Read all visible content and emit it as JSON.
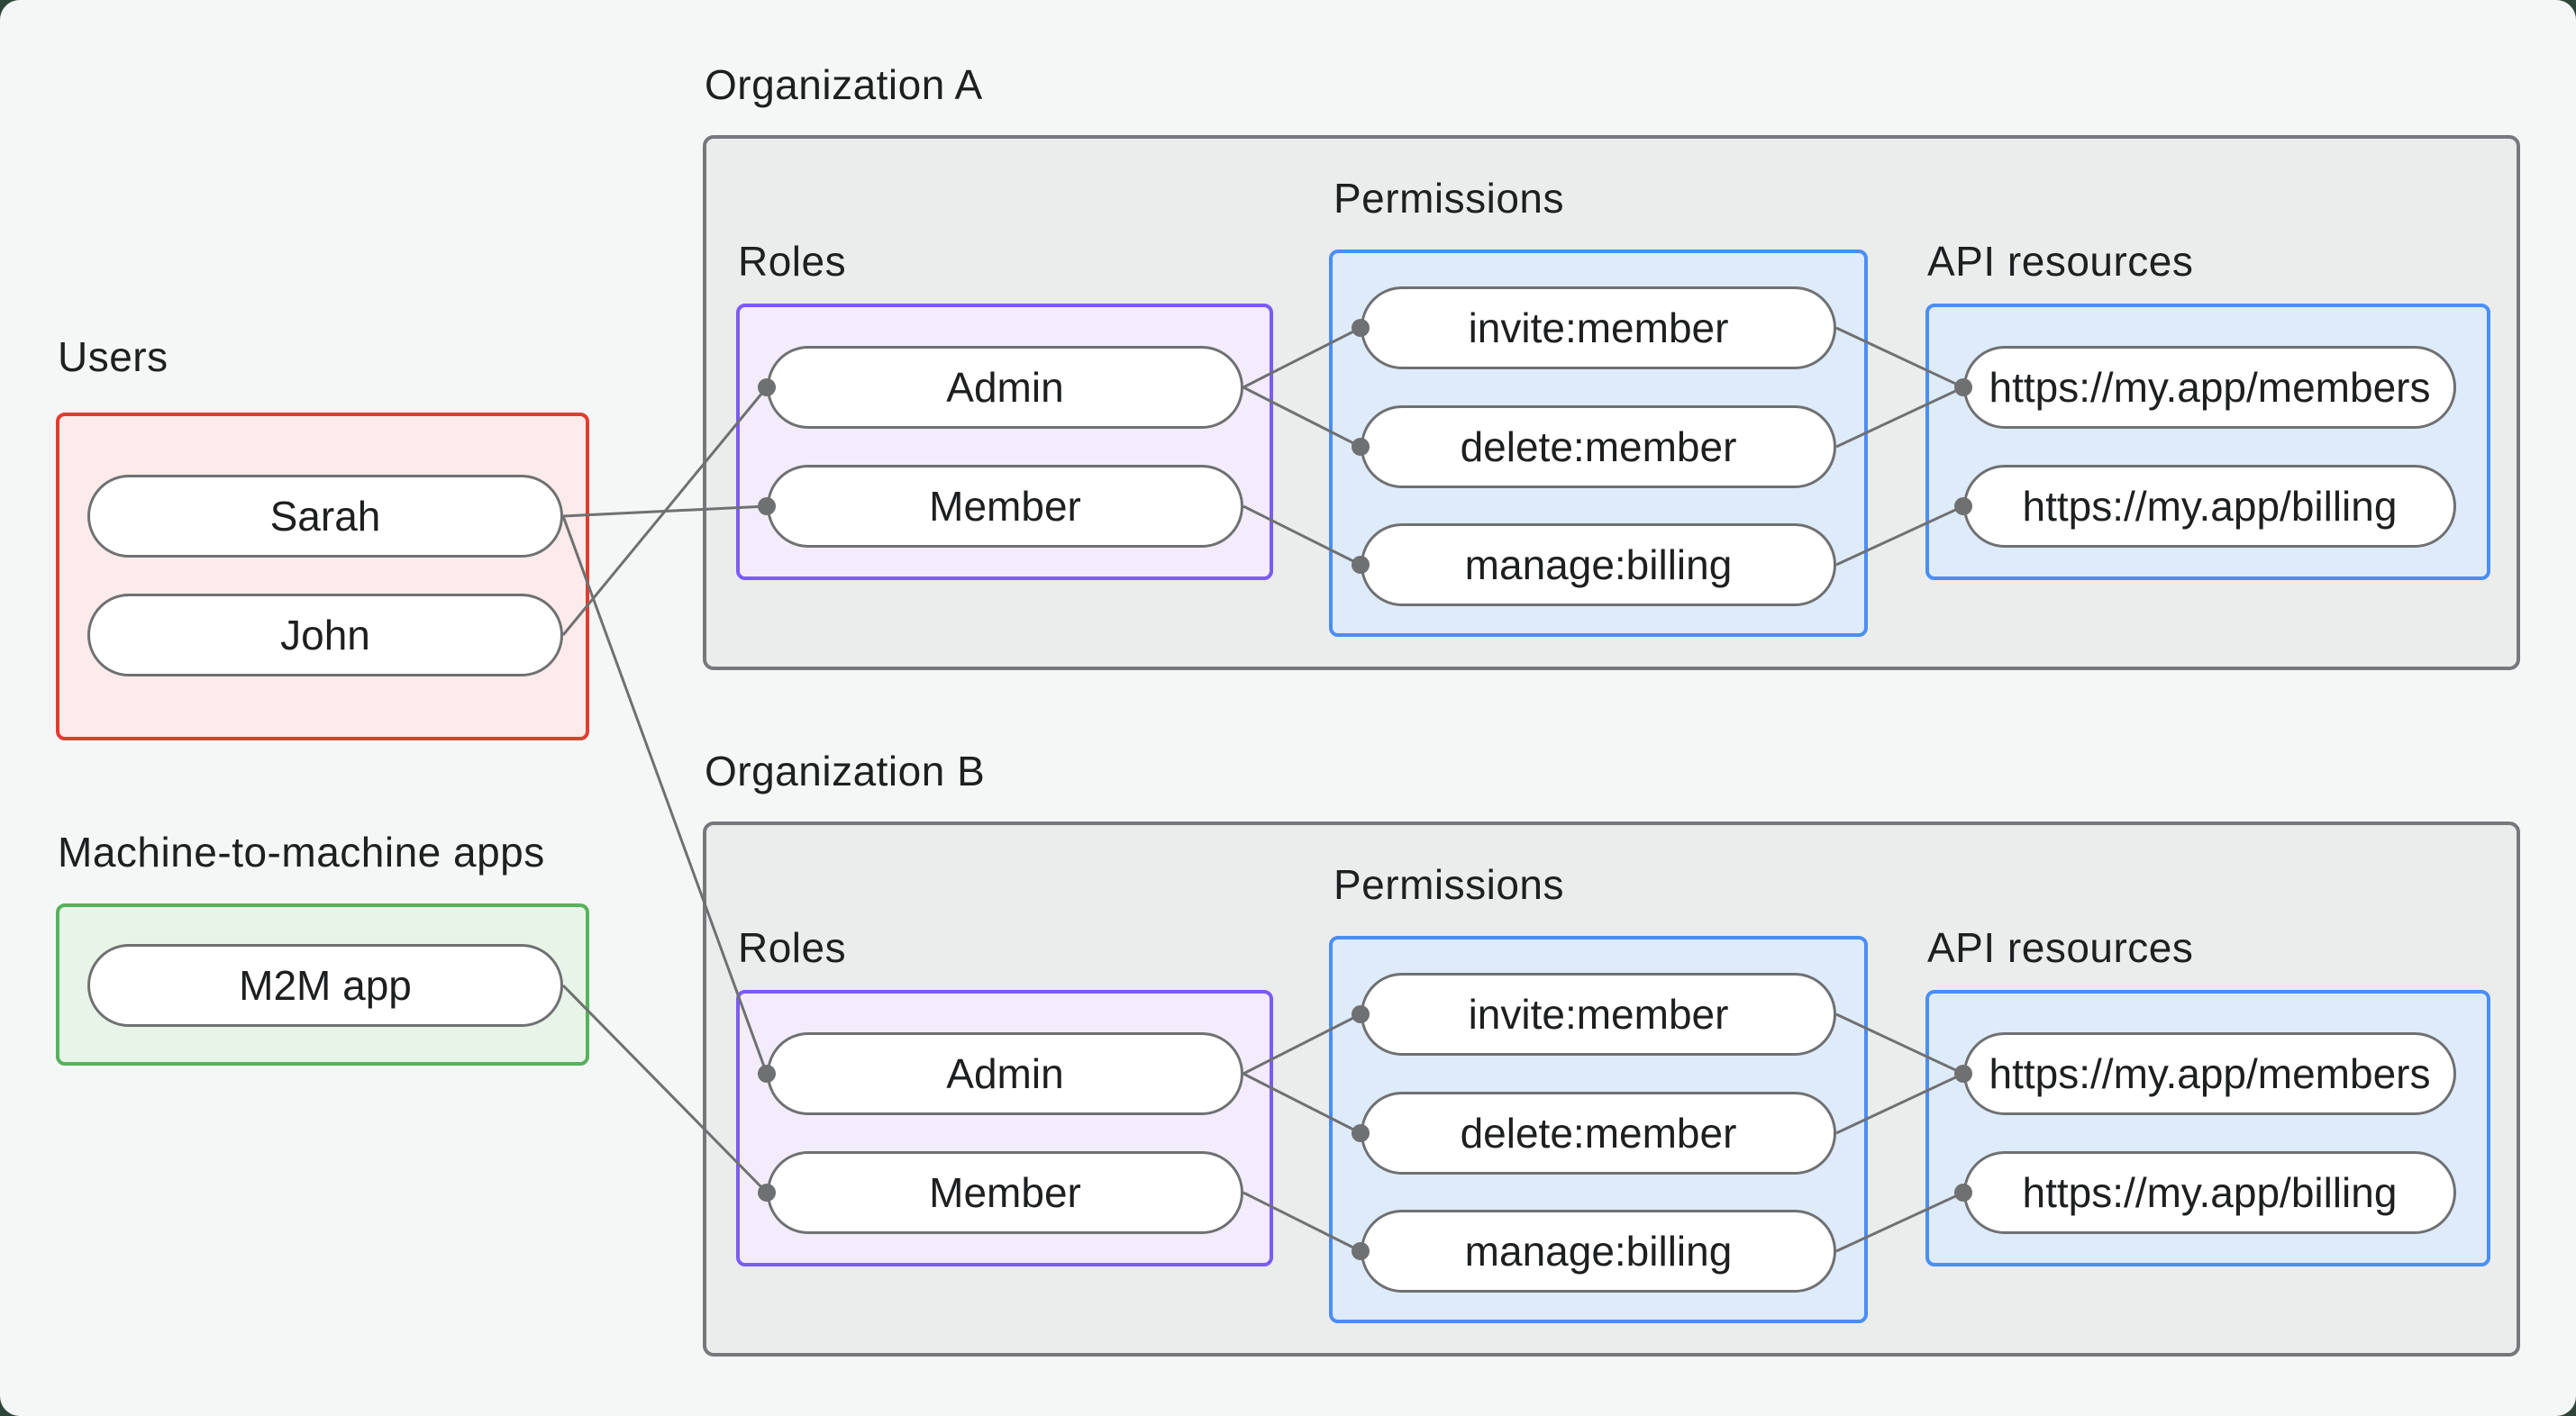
{
  "page": {
    "background_color": "#f5f7f6",
    "corner_color": "#2c4638",
    "line_color": "#6f7071",
    "text_color": "#1d1f20"
  },
  "users_group": {
    "label": "Users",
    "items": [
      "Sarah",
      "John"
    ],
    "border_color": "#e43b30",
    "fill_color": "#fcebea"
  },
  "m2m_group": {
    "label": "Machine-to-machine apps",
    "items": [
      "M2M app"
    ],
    "border_color": "#58b15d",
    "fill_color": "#e9f4e8"
  },
  "orgs": [
    {
      "label": "Organization A",
      "roles_label": "Roles",
      "permissions_label": "Permissions",
      "api_label": "API resources",
      "roles": [
        "Admin",
        "Member"
      ],
      "permissions": [
        "invite:member",
        "delete:member",
        "manage:billing"
      ],
      "api_resources": [
        "https://my.app/members",
        "https://my.app/billing"
      ],
      "roles_border": "#7b5bf5",
      "permissions_border": "#4a8ef5",
      "box_border": "#76797b"
    },
    {
      "label": "Organization B",
      "roles_label": "Roles",
      "permissions_label": "Permissions",
      "api_label": "API resources",
      "roles": [
        "Admin",
        "Member"
      ],
      "permissions": [
        "invite:member",
        "delete:member",
        "manage:billing"
      ],
      "api_resources": [
        "https://my.app/members",
        "https://my.app/billing"
      ],
      "roles_border": "#7b5bf5",
      "permissions_border": "#4a8ef5",
      "box_border": "#76797b"
    }
  ],
  "connections": [
    {
      "from": "Sarah",
      "to": "Organization A / Member"
    },
    {
      "from": "John",
      "to": "Organization A / Admin"
    },
    {
      "from": "Sarah",
      "to": "Organization B / Admin"
    },
    {
      "from": "M2M app",
      "to": "Organization B / Member"
    },
    {
      "from": "Organization A / Admin",
      "to": "Organization A / invite:member"
    },
    {
      "from": "Organization A / Admin",
      "to": "Organization A / delete:member"
    },
    {
      "from": "Organization A / Member",
      "to": "Organization A / manage:billing"
    },
    {
      "from": "Organization A / invite:member",
      "to": "Organization A / https://my.app/members"
    },
    {
      "from": "Organization A / delete:member",
      "to": "Organization A / https://my.app/members"
    },
    {
      "from": "Organization A / manage:billing",
      "to": "Organization A / https://my.app/billing"
    },
    {
      "from": "Organization B / Admin",
      "to": "Organization B / invite:member"
    },
    {
      "from": "Organization B / Admin",
      "to": "Organization B / delete:member"
    },
    {
      "from": "Organization B / Member",
      "to": "Organization B / manage:billing"
    },
    {
      "from": "Organization B / invite:member",
      "to": "Organization B / https://my.app/members"
    },
    {
      "from": "Organization B / delete:member",
      "to": "Organization B / https://my.app/members"
    },
    {
      "from": "Organization B / manage:billing",
      "to": "Organization B / https://my.app/billing"
    }
  ]
}
